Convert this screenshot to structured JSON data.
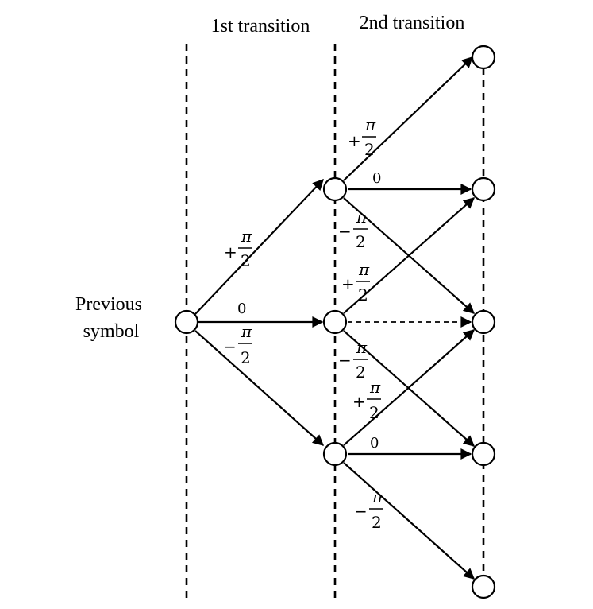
{
  "headers": {
    "first": "1st transition",
    "second": "2nd transition"
  },
  "start_label": {
    "line1": "Previous",
    "line2": "symbol"
  },
  "phase_labels": {
    "plus": "+",
    "minus": "−",
    "pi": "π",
    "two": "2",
    "zero": "0"
  },
  "colors": {
    "ink": "#000000",
    "background": "#ffffff"
  }
}
